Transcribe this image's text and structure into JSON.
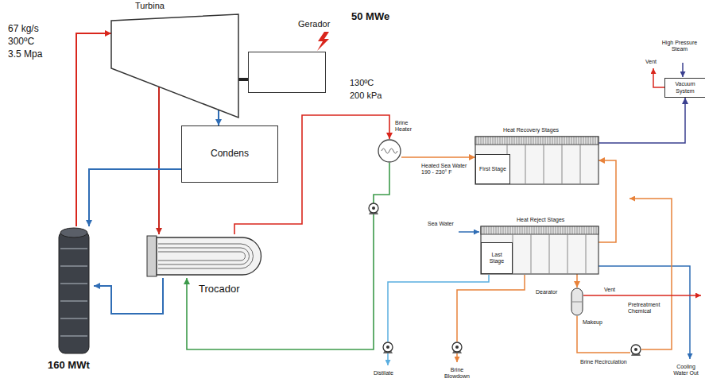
{
  "diagram": {
    "nodes": [
      {
        "text": [
          "160 MWt"
        ]
      },
      {
        "text": [
          "Turbina"
        ]
      },
      {
        "text": [
          "Gerador"
        ]
      },
      {
        "text": [
          "Condens"
        ]
      },
      {
        "text": [
          "Trocador"
        ]
      },
      {
        "text": [
          "Brine Heater"
        ]
      },
      {
        "text": [
          "Heat Recovery Stages"
        ]
      },
      {
        "text": [
          "First Stage"
        ],
        "in": 6
      },
      {
        "text": [
          "Vacuum System"
        ]
      },
      {
        "text": [
          "Heat Reject Stages"
        ]
      },
      {
        "text": [
          "Last Stage"
        ],
        "in": 9
      },
      {
        "text": [
          "Dearator"
        ]
      }
    ],
    "edges": [
      {
        "from": 0,
        "to": 1,
        "arrow": "to"
      },
      {
        "from": 1,
        "to": 2,
        "arrow": "none"
      },
      {
        "from": 1,
        "to": 3,
        "arrow": "to"
      },
      {
        "from": 1,
        "to": 4,
        "arrow": "to"
      },
      {
        "from": 3,
        "to": 0,
        "arrow": "to"
      },
      {
        "from": 4,
        "to": 0,
        "arrow": "to"
      },
      {
        "from": 4,
        "to": 5,
        "arrow": "to"
      },
      {
        "from": 5,
        "to": 4,
        "arrow": "to"
      },
      {
        "from": 5,
        "to": 7,
        "arrow": "to"
      },
      {
        "from": 9,
        "to": 6,
        "arrow": "to"
      },
      {
        "from": 6,
        "to": 8,
        "arrow": "to"
      },
      {
        "from": 9,
        "to": 11,
        "arrow": "to"
      }
    ],
    "labels": [
      "67 kg/s",
      "300ºC",
      "3.5 Mpa",
      "50 MWe",
      "130ºC",
      "200 kPa",
      "Heated Sea Water 190 - 230° F",
      "Sea Water",
      "Vent",
      "High Pressure Steam",
      "Vent",
      "Pretreatment Chemical",
      "Makeup",
      "Brine Recirculation",
      "Distilate",
      "Brine Blowdown",
      "Cooling Water Out"
    ]
  }
}
